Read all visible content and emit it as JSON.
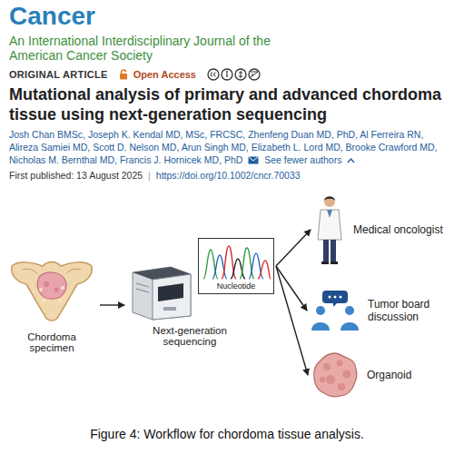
{
  "diagram": {
    "title": "Mutational analysis of primary and advanced chordoma tissue using next-generation sequencing",
    "caption": "Figure 4: Workflow for chordoma tissue analysis.",
    "nodes": [
      {
        "text": [
          "Chordoma specimen"
        ]
      },
      {
        "text": [
          "Next-generation sequencing"
        ]
      },
      {
        "text": [
          "Nucleotide"
        ]
      },
      {
        "text": [
          "Medical oncologist"
        ]
      },
      {
        "text": [
          "Tumor board discussion"
        ]
      },
      {
        "text": [
          "Organoid"
        ]
      }
    ],
    "edges": [
      {
        "from": 0,
        "to": 1,
        "arrow": "to"
      },
      {
        "from": 2,
        "to": 3,
        "arrow": "to"
      },
      {
        "from": 2,
        "to": 4,
        "arrow": "to"
      },
      {
        "from": 2,
        "to": 5,
        "arrow": "to"
      }
    ],
    "labels": [
      "Cancer",
      "An International Interdisciplinary Journal of the American Cancer Society",
      "ORIGINAL ARTICLE",
      "Open Access",
      "Josh Chan BMSc, Joseph K. Kendal MD, MSc, FRCSC, Zhenfeng Duan MD, PhD, Al Ferreira RN, Alireza Samiei MD, Scott D. Nelson MD, Arun Singh MD, Elizabeth L. Lord MD, Brooke Crawford MD, Nicholas M. Bernthal MD, Francis J. Hornicek MD, PhD",
      "See fewer authors",
      "First published: 13 August 2025",
      "|",
      "https://doi.org/10.1002/cncr.70033"
    ]
  }
}
